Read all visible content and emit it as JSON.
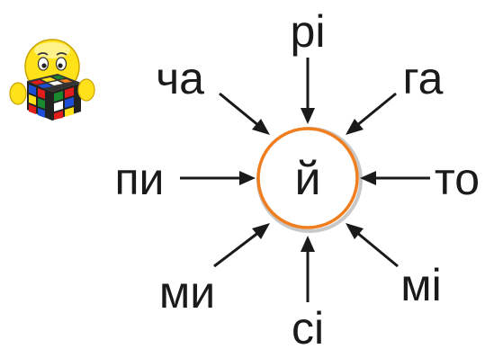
{
  "center": {
    "letter": "й",
    "ring_color": "#f07d1e",
    "shadow_color": "#c8c8c8"
  },
  "syllables": {
    "top": "рі",
    "top_left": "ча",
    "top_right": "га",
    "left": "пи",
    "right": "то",
    "bottom_left": "ми",
    "bottom": "сі",
    "bottom_right": "мі"
  },
  "icon": {
    "name": "smiley-with-rubiks-cube-icon"
  }
}
